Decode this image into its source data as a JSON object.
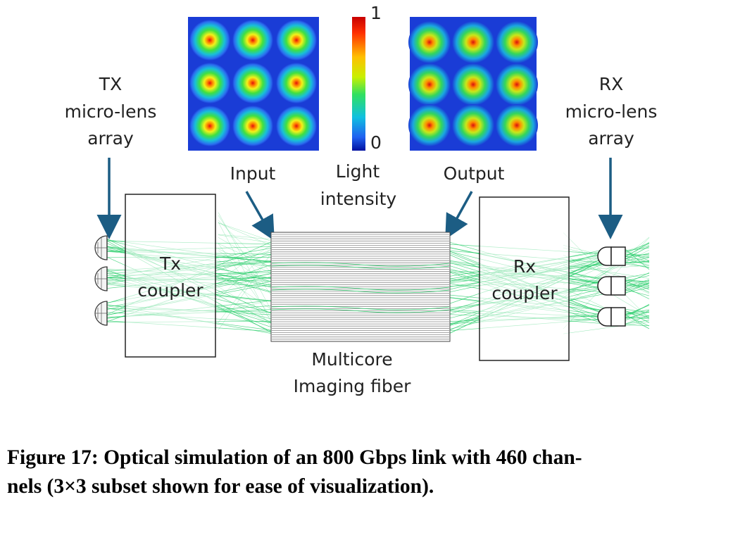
{
  "labels": {
    "tx_array": [
      "TX",
      "micro-lens",
      "array"
    ],
    "rx_array": [
      "RX",
      "micro-lens",
      "array"
    ],
    "input": "Input",
    "light_intensity": [
      "Light",
      "intensity"
    ],
    "output": "Output",
    "tx_coupler": [
      "Tx",
      "coupler"
    ],
    "rx_coupler": [
      "Rx",
      "coupler"
    ],
    "fiber": [
      "Multicore",
      "Imaging fiber"
    ]
  },
  "colorbar": {
    "max_label": "1",
    "min_label": "0"
  },
  "caption": [
    "Figure 17: Optical simulation of an 800 Gbps link with 460 chan-",
    "nels (3×3 subset shown for ease of visualization)."
  ],
  "colors": {
    "arrow": "#1c5d84",
    "ray": "#22cc66",
    "background_blue": "#1a3cd6"
  }
}
